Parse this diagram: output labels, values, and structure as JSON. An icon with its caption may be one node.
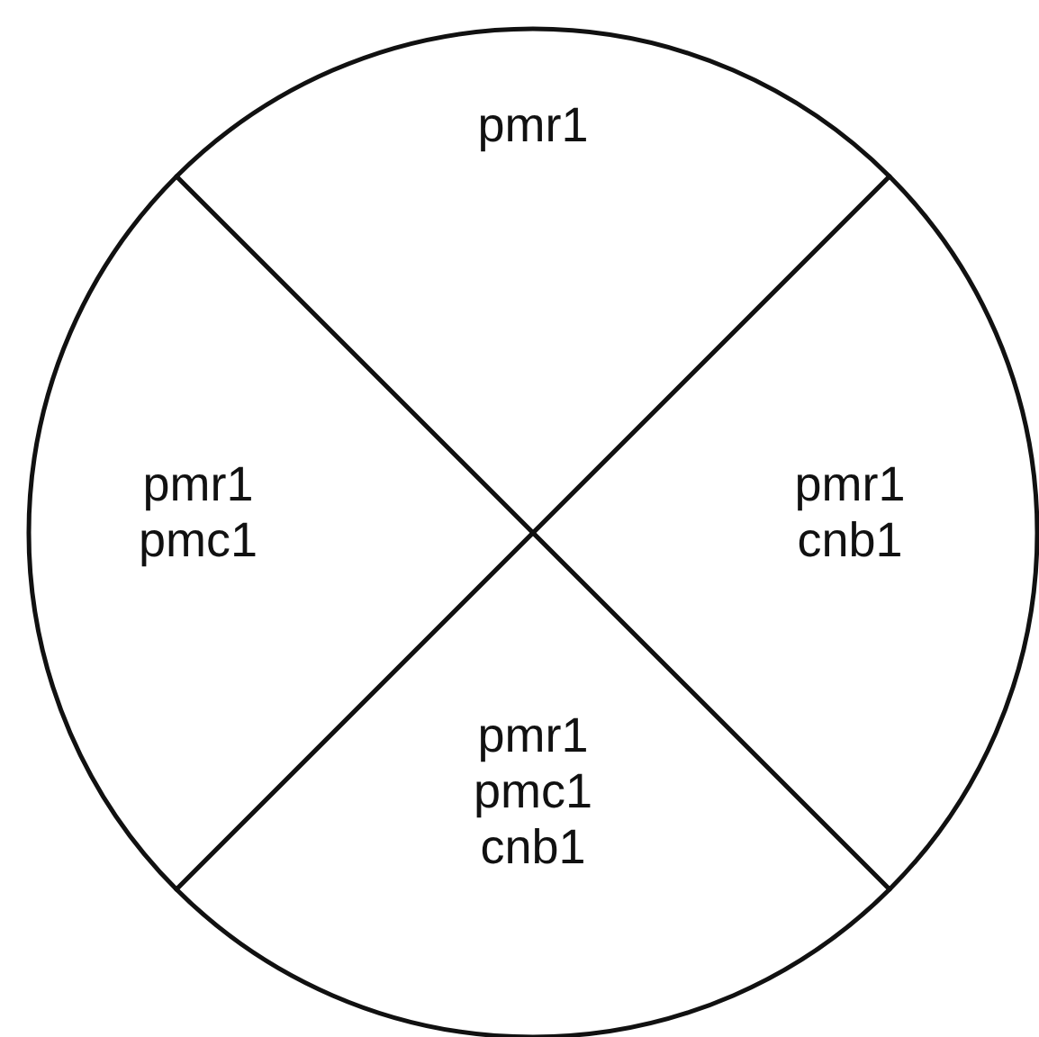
{
  "diagram": {
    "nodes": [
      {
        "text": [
          "pmr1"
        ]
      },
      {
        "text": [
          "pmr1",
          "pmc1"
        ]
      },
      {
        "text": [
          "pmr1",
          "cnb1"
        ]
      },
      {
        "text": [
          "pmr1",
          "pmc1",
          "cnb1"
        ]
      }
    ]
  }
}
